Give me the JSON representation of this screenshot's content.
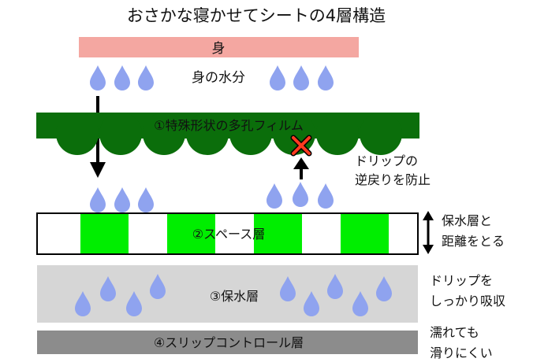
{
  "title": "おさかな寝かせてシートの4層構造",
  "body_label": "身",
  "body_water_label": "身の水分",
  "layers": [
    {
      "label": "①特殊形状の多孔フィルム",
      "note": [
        "ドリップの",
        "逆戻りを防止"
      ]
    },
    {
      "label": "②スペース層",
      "note": [
        "保水層と",
        "距離をとる"
      ]
    },
    {
      "label": "③保水層",
      "note": [
        "ドリップを",
        "しっかり吸収"
      ]
    },
    {
      "label": "④スリップコントロール層",
      "note": [
        "濡れても",
        "滑りにくい"
      ]
    }
  ],
  "colors": {
    "body": "#f4a7a1",
    "film": "#0b6e0b",
    "space_block": "#00ee00",
    "drop": "#8fa3ef",
    "water_layer": "#d6d6d6",
    "slip_layer": "#8c8c8c",
    "cross": "#ff3b1f"
  }
}
